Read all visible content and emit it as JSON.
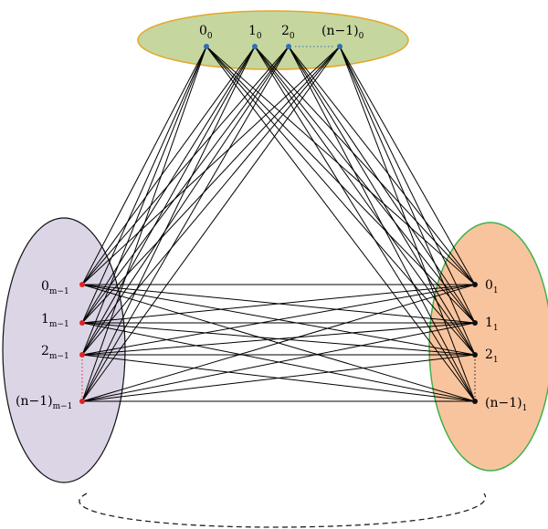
{
  "diagram": {
    "groups": [
      {
        "id": "part-0",
        "fill": "#c6d69f",
        "stroke": "#e3a72a",
        "node_color": "#2f6fb2",
        "nodes": [
          {
            "main": "0",
            "sub": "0"
          },
          {
            "main": "1",
            "sub": "0"
          },
          {
            "main": "2",
            "sub": "0"
          },
          {
            "main": "(n−1)",
            "sub": "0"
          }
        ]
      },
      {
        "id": "part-1",
        "fill": "#f8c49e",
        "stroke": "#3eb24b",
        "node_color": "#111111",
        "nodes": [
          {
            "main": "0",
            "sub": "1"
          },
          {
            "main": "1",
            "sub": "1"
          },
          {
            "main": "2",
            "sub": "1"
          },
          {
            "main": "(n−1)",
            "sub": "1"
          }
        ]
      },
      {
        "id": "part-m-1",
        "fill": "#dcd5e6",
        "stroke": "#111111",
        "node_color": "#e02424",
        "nodes": [
          {
            "main": "0",
            "sub": "m−1"
          },
          {
            "main": "1",
            "sub": "m−1"
          },
          {
            "main": "2",
            "sub": "m−1"
          },
          {
            "main": "(n−1)",
            "sub": "m−1"
          }
        ]
      }
    ],
    "edge_color": "#000000",
    "complete_multipartite": true,
    "continuation_arc": "dashed"
  }
}
